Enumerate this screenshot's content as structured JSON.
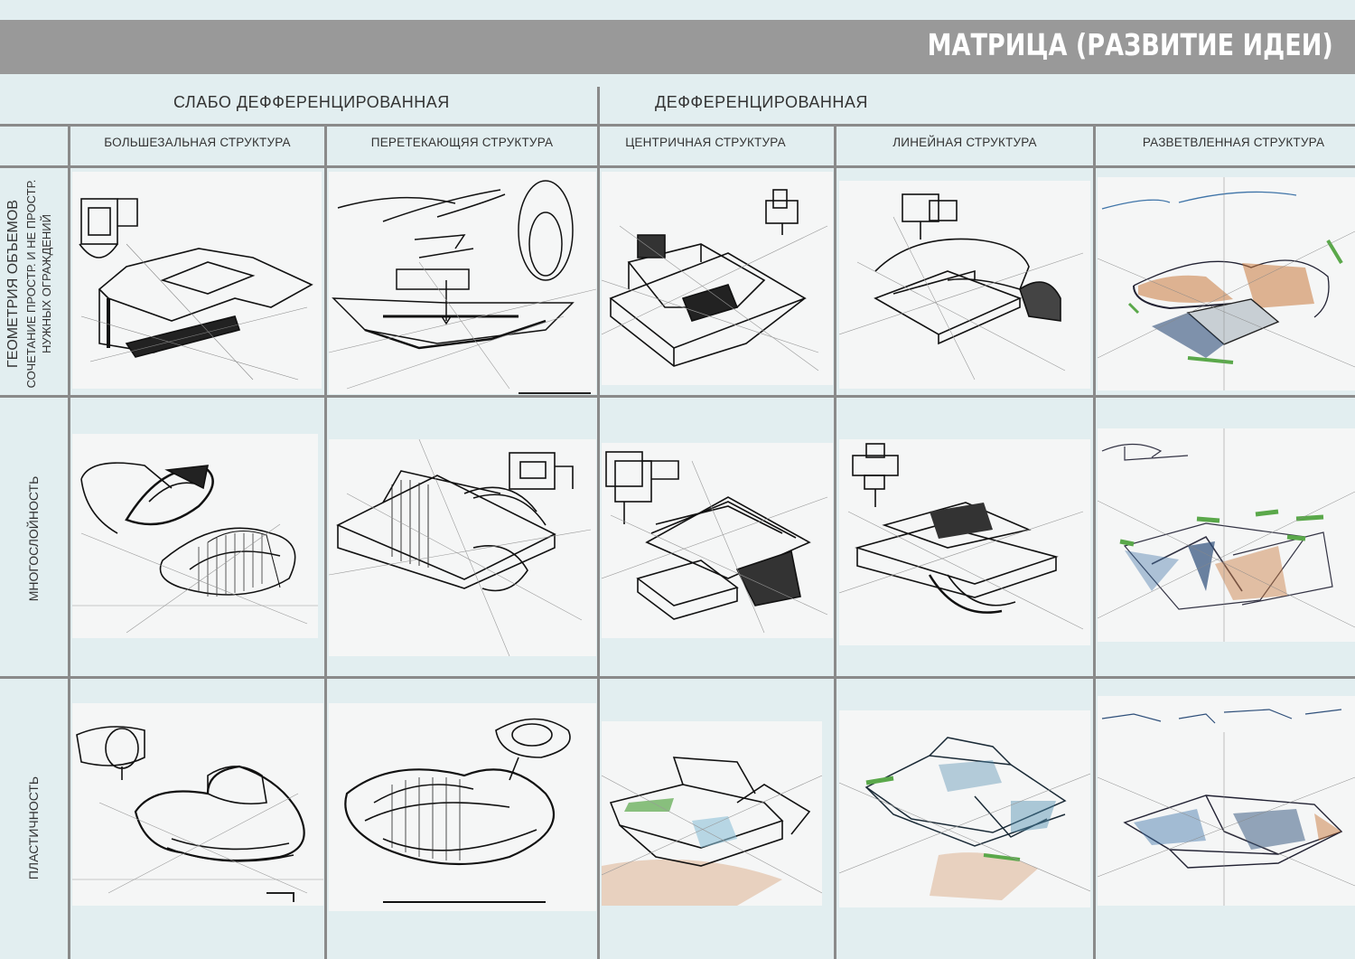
{
  "title": "МАТРИЦА (РАЗВИТИЕ ИДЕИ)",
  "groups": {
    "weak": "СЛАБО ДЕФФЕРЕНЦИРОВАННАЯ",
    "diff": "ДЕФФЕРЕНЦИРОВАННАЯ"
  },
  "columns": [
    "БОЛЬШЕЗАЛЬНАЯ СТРУКТУРА",
    "ПЕРЕТЕКАЮЩЯЯ СТРУКТУРА",
    "ЦЕНТРИЧНАЯ СТРУКТУРА",
    "ЛИНЕЙНАЯ СТРУКТУРА",
    "РАЗВЕТВЛЕННАЯ СТРУКТУРА"
  ],
  "rows": {
    "r1": {
      "line1": "ГЕОМЕТРИЯ ОБЪЕМОВ",
      "line2": "СОЧЕТАНИЕ ПРОСТР. И НЕ ПРОСТР.",
      "line3": "НУЖНЫХ ОГРАЖДЕНИЙ"
    },
    "r2": "МНОГОСЛОЙНОСТЬ",
    "r3": "ПЛАСТИЧНОСТЬ"
  },
  "colors": {
    "background": "#e2eef0",
    "title_bar": "#999999",
    "grid_line": "#8a8a8a",
    "sketch_accent_blue": "#3f74a8",
    "sketch_accent_green": "#5aa84a",
    "sketch_accent_orange": "#c97a3e"
  }
}
